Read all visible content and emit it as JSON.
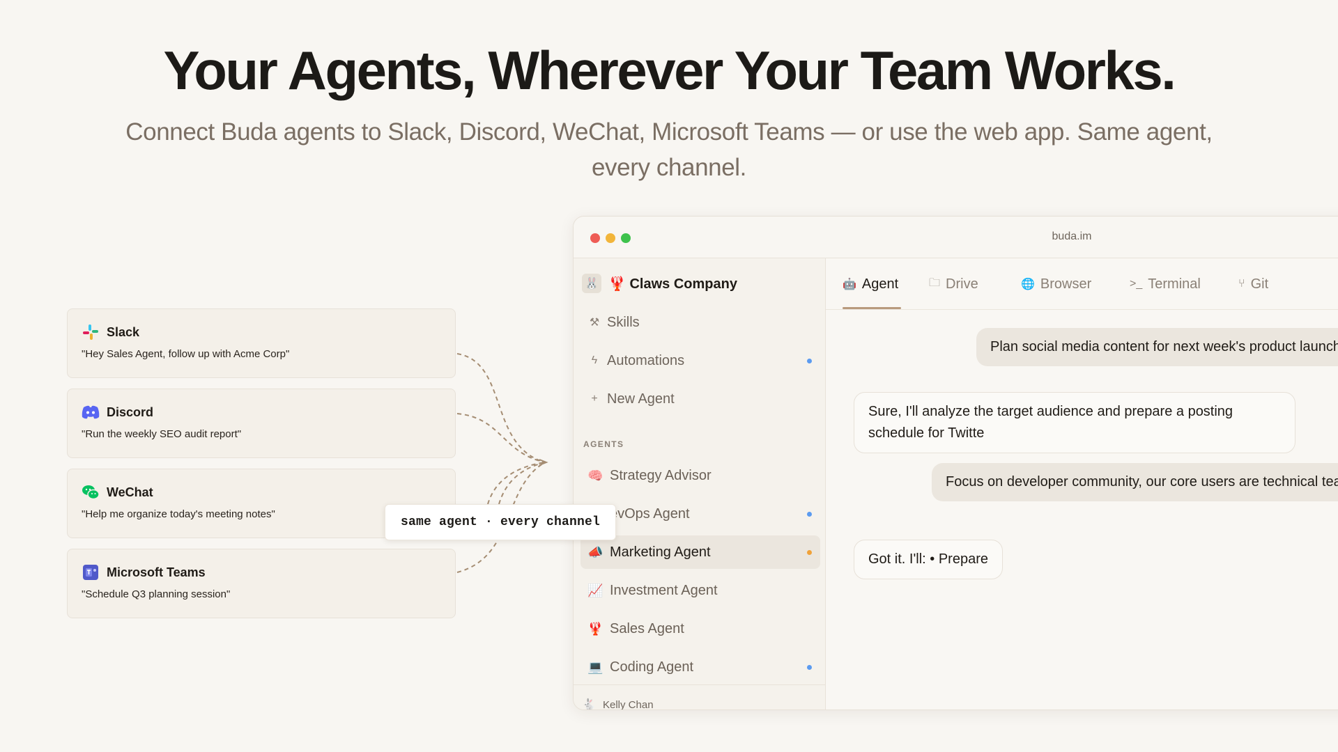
{
  "hero": {
    "title": "Your Agents, Wherever Your Team Works.",
    "subtitle": "Connect Buda agents to Slack, Discord, WeChat, Microsoft Teams — or use the web app. Same agent, every channel."
  },
  "channels": [
    {
      "name": "Slack",
      "quote": "\"Hey Sales Agent, follow up with Acme Corp\"",
      "icon": "slack-icon"
    },
    {
      "name": "Discord",
      "quote": "\"Run the weekly SEO audit report\"",
      "icon": "discord-icon"
    },
    {
      "name": "WeChat",
      "quote": "\"Help me organize today's meeting notes\"",
      "icon": "wechat-icon"
    },
    {
      "name": "Microsoft Teams",
      "quote": "\"Schedule Q3 planning session\"",
      "icon": "teams-icon"
    }
  ],
  "badge": {
    "text": "same agent · every channel"
  },
  "window": {
    "url": "buda.im"
  },
  "sidebar": {
    "workspace_avatar": "🐰",
    "workspace": "🦞 Claws Company",
    "nav": [
      {
        "icon": "⚒",
        "label": "Skills"
      },
      {
        "icon": "ϟ",
        "label": "Automations"
      },
      {
        "icon": "+",
        "label": "New Agent"
      }
    ],
    "section_label": "AGENTS",
    "agents": [
      {
        "icon": "🧠",
        "label": "Strategy Advisor"
      },
      {
        "icon": "⚙",
        "label": "evOps Agent"
      },
      {
        "icon": "📣",
        "label": "Marketing Agent"
      },
      {
        "icon": "📈",
        "label": "Investment Agent"
      },
      {
        "icon": "🦞",
        "label": "Sales Agent"
      },
      {
        "icon": "💻",
        "label": "Coding Agent"
      }
    ],
    "user": {
      "avatar": "🐇",
      "name": "Kelly Chan"
    }
  },
  "tabs": [
    {
      "icon": "🤖",
      "label": "Agent"
    },
    {
      "icon": "🗀",
      "label": "Drive"
    },
    {
      "icon": "🌐",
      "label": "Browser"
    },
    {
      "icon": ">_",
      "label": "Terminal"
    },
    {
      "icon": "⑂",
      "label": "Git"
    }
  ],
  "messages": [
    {
      "role": "user",
      "text": "Plan social media content for next week's product launch"
    },
    {
      "role": "bot",
      "text": "Sure, I'll analyze the target audience and prepare a posting schedule for Twitte"
    },
    {
      "role": "user",
      "text": "Focus on developer community, our core users are technical teams"
    },
    {
      "role": "bot",
      "text": "Got it. I'll: • Prepare"
    }
  ],
  "colors": {
    "accent_underline": "#b89a7d",
    "status_blue": "#5b9bf0",
    "status_orange": "#f0a23a"
  }
}
